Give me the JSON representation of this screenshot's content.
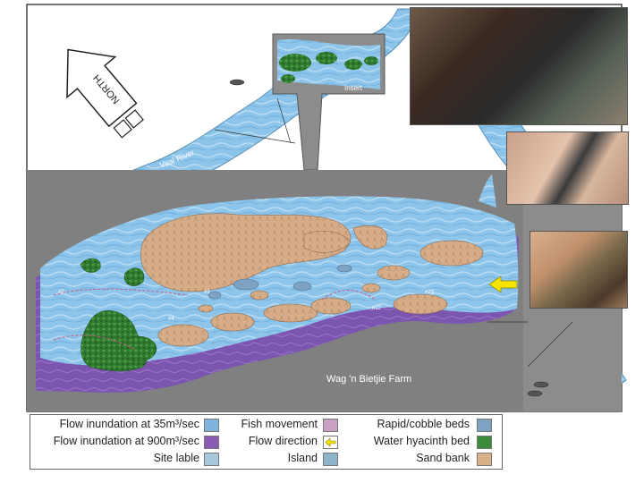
{
  "map": {
    "north_label": "NORTH",
    "river_label": "Vaal River",
    "insert_label": "Insert",
    "farm_label": "Wag 'n Bietjie Farm",
    "site_labels": [
      "#2",
      "#3",
      "#4",
      "#12",
      "#23"
    ]
  },
  "legend": {
    "col1": [
      {
        "label": "Flow inundation at 35m³/sec",
        "swatch": "#7fb4dc"
      },
      {
        "label": "Flow inundation at 900m³/sec",
        "swatch": "#8a5bb5"
      },
      {
        "label": "Site lable",
        "swatch": "#a8c6dc"
      }
    ],
    "col2": [
      {
        "label": "Fish movement",
        "swatch": "#c9a0c4"
      },
      {
        "label": "Flow direction",
        "swatch": "#f2e600"
      },
      {
        "label": "Island",
        "swatch": "#8fb3c9"
      }
    ],
    "col3": [
      {
        "label": "Rapid/cobble beds",
        "swatch": "#7ea2c2"
      },
      {
        "label": "Water hyacinth bed",
        "swatch": "#3c8a3c"
      },
      {
        "label": "Sand bank",
        "swatch": "#d8b08a"
      }
    ]
  },
  "colors": {
    "water": "#8cc4ea",
    "water_dark": "#5fa3d6",
    "flood": "#7b55b0",
    "land": "#d9b08d",
    "hyacinth": "#2f7a2e",
    "grey_bg": "#8c8c8c",
    "arrow": "#f5e400"
  }
}
